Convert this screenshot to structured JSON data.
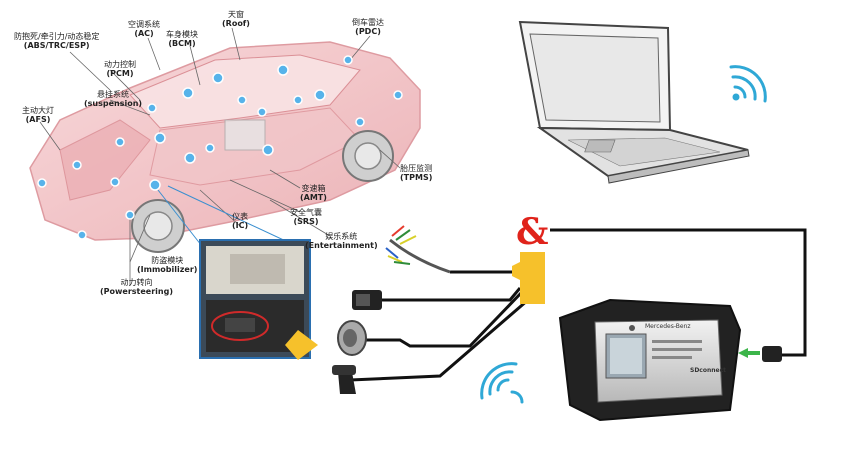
{
  "vehicle_systems": [
    {
      "id": "abs",
      "cn": "防抱死/牵引力/动态稳定",
      "en": "(ABS/TRC/ESP)"
    },
    {
      "id": "ac",
      "cn": "空调系统",
      "en": "(AC)"
    },
    {
      "id": "roof",
      "cn": "天窗",
      "en": "(Roof)"
    },
    {
      "id": "bcm",
      "cn": "车身模块",
      "en": "(BCM)"
    },
    {
      "id": "pdc",
      "cn": "倒车雷达",
      "en": "(PDC)"
    },
    {
      "id": "pcm",
      "cn": "动力控制",
      "en": "(PCM)"
    },
    {
      "id": "suspension",
      "cn": "悬挂系统",
      "en": "(suspension)"
    },
    {
      "id": "afs",
      "cn": "主动大灯",
      "en": "(AFS)"
    },
    {
      "id": "tpms",
      "cn": "胎压监测",
      "en": "(TPMS)"
    },
    {
      "id": "amt",
      "cn": "变速箱",
      "en": "(AMT)"
    },
    {
      "id": "srs",
      "cn": "安全气囊",
      "en": "(SRS)"
    },
    {
      "id": "ic",
      "cn": "仪表",
      "en": "(IC)"
    },
    {
      "id": "entertainment",
      "cn": "娱乐系统",
      "en": "(Entertainment)"
    },
    {
      "id": "immobilizer",
      "cn": "防盗模块",
      "en": "(Immobilizer)"
    },
    {
      "id": "powersteering",
      "cn": "动力转向",
      "en": "(Powersteering)"
    }
  ],
  "connector_symbol": "&",
  "device": {
    "brand": "Mercedes-Benz",
    "product": "SDconnect"
  },
  "colors": {
    "car_body": "#f2b9bd",
    "node": "#57b3ea",
    "arrow_yellow": "#f6c12b",
    "arrow_green": "#3cb54a",
    "cable": "#111111",
    "ampersand": "#e0231b"
  },
  "icons": [
    "laptop-icon",
    "wifi-signal-icon",
    "diagnostic-device-icon",
    "obd-connector-icon",
    "sensor-wires-icon"
  ]
}
